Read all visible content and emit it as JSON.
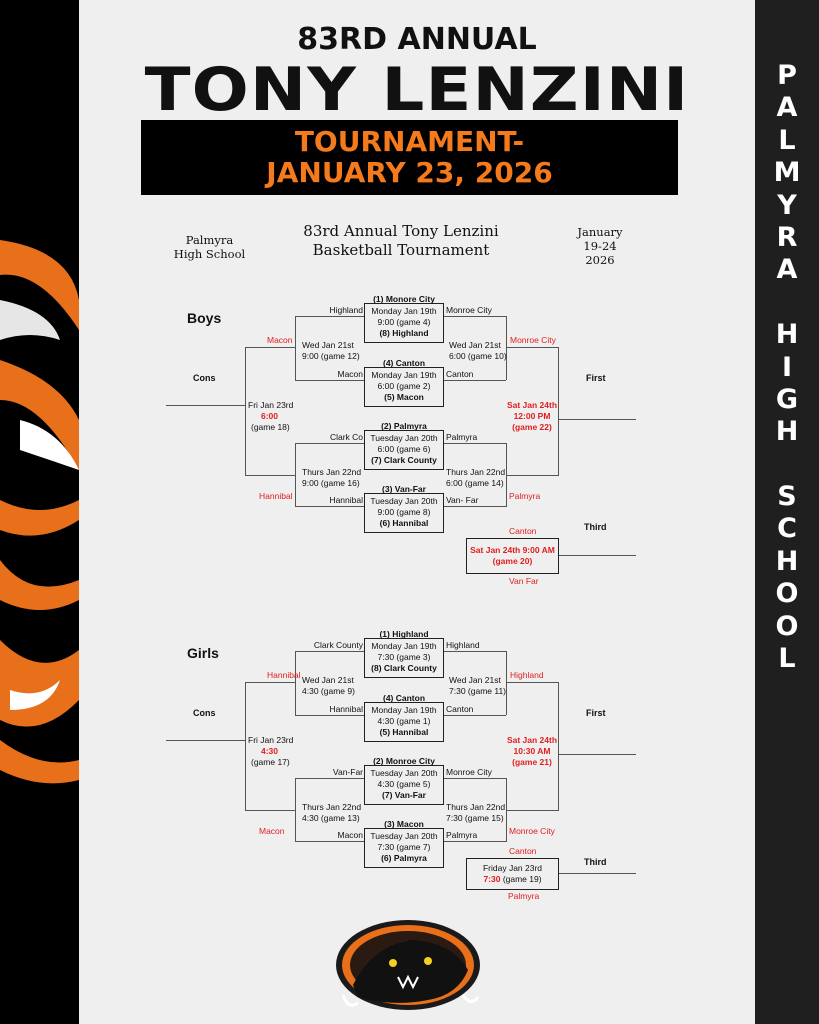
{
  "header": {
    "line1": "83RD ANNUAL",
    "line2": "TONY LENZINI",
    "line3a": "TOURNAMENT-",
    "line3b": "JANUARY 23, 2026"
  },
  "side_text": "PALMYRA HIGH SCHOOL",
  "subheader": {
    "left": [
      "Palmyra",
      "High School"
    ],
    "center": [
      "83rd Annual Tony Lenzini",
      "Basketball Tournament"
    ],
    "right": [
      "January",
      "19-24",
      "2026"
    ]
  },
  "boys": {
    "title": "Boys",
    "cons": "Cons",
    "first": "First",
    "third": "Third",
    "q1": {
      "top": "(1) Monore City",
      "line1": "Monday Jan 19th",
      "line2": "9:00 (game 4)",
      "bot": "(8) Highland",
      "left": "Highland",
      "right": "Monroe City"
    },
    "q2": {
      "top": "(4) Canton",
      "line1": "Monday Jan  19th",
      "line2": "6:00 (game 2)",
      "bot": "(5) Macon",
      "left": "Macon",
      "right": "Canton"
    },
    "q3": {
      "top": "(2) Palmyra",
      "line1": "Tuesday Jan 20th",
      "line2": "6:00 (game 6)",
      "bot": "(7) Clark County",
      "left": "Clark Co",
      "right": "Palmyra"
    },
    "q4": {
      "top": "(3) Van-Far",
      "line1": "Tuesday Jan 20th",
      "line2": "9:00 (game 8)",
      "bot": "(6) Hannibal",
      "left": "Hannibal",
      "right": "Van- Far"
    },
    "sl1": {
      "a": "Wed Jan 21st",
      "b": "9:00 (game 12)"
    },
    "sr1": {
      "a": "Wed Jan 21st",
      "b": "6:00 (game 10)"
    },
    "sl2": {
      "a": "Thurs Jan 22nd",
      "b": "9:00 (game 16)"
    },
    "sr2": {
      "a": "Thurs Jan 22nd",
      "b": "6:00 (game 14)"
    },
    "cons_game": {
      "a": "Fri Jan 23rd",
      "b": "6:00",
      "c": "(game 18)"
    },
    "final": {
      "a": "Sat Jan 24th",
      "b": "12:00 PM",
      "c": "(game 22)"
    },
    "third_game": {
      "a": "Sat Jan 24th 9:00 AM",
      "b": "(game 20)"
    },
    "winners": {
      "l_top": "Macon",
      "l_bot": "Hannibal",
      "r_top": "Monroe City",
      "r_bot": "Palmyra",
      "t_top": "Canton",
      "t_bot": "Van Far"
    }
  },
  "girls": {
    "title": "Girls",
    "cons": "Cons",
    "first": "First",
    "third": "Third",
    "q1": {
      "top": "(1) Highland",
      "line1": "Monday Jan 19th",
      "line2": "7:30 (game 3)",
      "bot": "(8) Clark County",
      "left": "Clark County",
      "right": "Highland"
    },
    "q2": {
      "top": "(4) Canton",
      "line1": "Monday Jan 19th",
      "line2": "4:30 (game 1)",
      "bot": "(5) Hannibal",
      "left": "Hannibal",
      "right": "Canton"
    },
    "q3": {
      "top": "(2) Monroe City",
      "line1": "Tuesday Jan 20th",
      "line2": "4:30 (game 5)",
      "bot": "(7) Van-Far",
      "left": "Van-Far",
      "right": "Monroe City"
    },
    "q4": {
      "top": "(3) Macon",
      "line1": "Tuesday Jan 20th",
      "line2": "7:30 (game 7)",
      "bot": "(6) Palmyra",
      "left": "Macon",
      "right": "Palmyra"
    },
    "sl1": {
      "a": "Wed Jan 21st",
      "b": "4:30 (game 9)"
    },
    "sr1": {
      "a": "Wed Jan 21st",
      "b": "7:30 (game 11)"
    },
    "sl2": {
      "a": "Thurs Jan 22nd",
      "b": "4:30 (game 13)"
    },
    "sr2": {
      "a": "Thurs Jan 22nd",
      "b": "7:30 (game 15)"
    },
    "cons_game": {
      "a": "Fri Jan 23rd",
      "b": "4:30",
      "c": "(game 17)"
    },
    "final": {
      "a": "Sat Jan 24th",
      "b": "10:30 AM",
      "c": "(game 21)"
    },
    "third_game": {
      "a": "Friday Jan 23rd",
      "b_time": "7:30",
      "b_rest": " (game 19)"
    },
    "winners": {
      "l_top": "Hannibal",
      "l_bot": "Macon",
      "r_top": "Highland",
      "r_bot": "Monroe City",
      "t_top": "Canton",
      "t_bot": "Palmyra"
    }
  },
  "colors": {
    "orange": "#f57a1c",
    "red": "#e01e1e",
    "black": "#000000"
  },
  "icons": {
    "logo": "panther-logo",
    "left_art": "panther-art"
  }
}
